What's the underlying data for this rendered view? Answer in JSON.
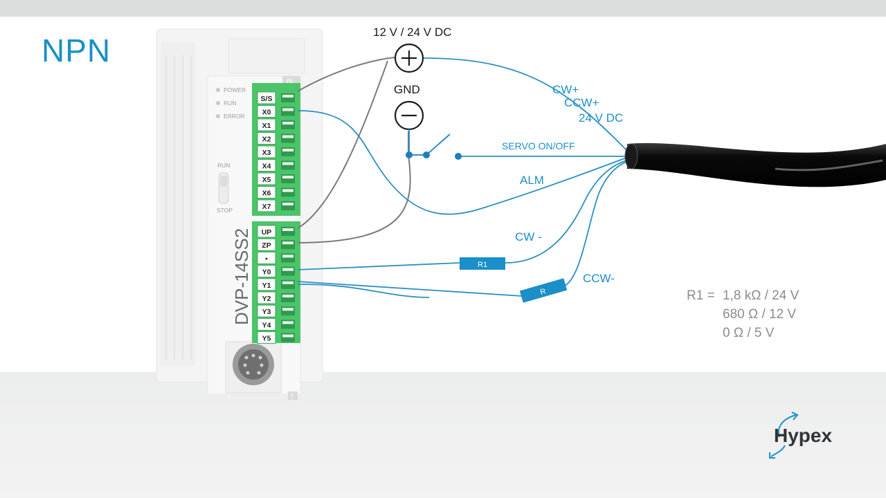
{
  "title": "NPN",
  "plc": {
    "model": "DVP-14SS2",
    "leds": [
      "POWER",
      "RUN",
      "ERROR"
    ],
    "switch_top": "RUN",
    "switch_bottom": "STOP",
    "in_label": "IN",
    "bottom_label": "T",
    "input_terminals": [
      "S/S",
      "X0",
      "X1",
      "X2",
      "X3",
      "X4",
      "X5",
      "X6",
      "X7"
    ],
    "output_terminals": [
      "UP",
      "ZP",
      "•",
      "Y0",
      "Y1",
      "Y2",
      "Y3",
      "Y4",
      "Y5"
    ]
  },
  "supply": {
    "positive_label": "12 V / 24 V DC",
    "negative_label": "GND"
  },
  "signals": {
    "cw_plus": "CW+",
    "ccw_plus": "CCW+",
    "dc24": "24 V DC",
    "servo": "SERVO ON/OFF",
    "alm": "ALM",
    "cw_minus": "CW -",
    "ccw_minus": "CCW-"
  },
  "resistors": {
    "r1": "R1",
    "r": "R"
  },
  "legend": {
    "key": "R1 =",
    "values": [
      "1,8 kΩ / 24 V",
      "680 Ω / 12 V",
      "0 Ω / 5 V"
    ]
  },
  "brand": {
    "name": "Hypex"
  },
  "colors": {
    "accent": "#1a8fc9",
    "wire_blue": "#2a8fc4",
    "wire_gray": "#7a7a7a",
    "terminal_green": "#4cc46a"
  }
}
